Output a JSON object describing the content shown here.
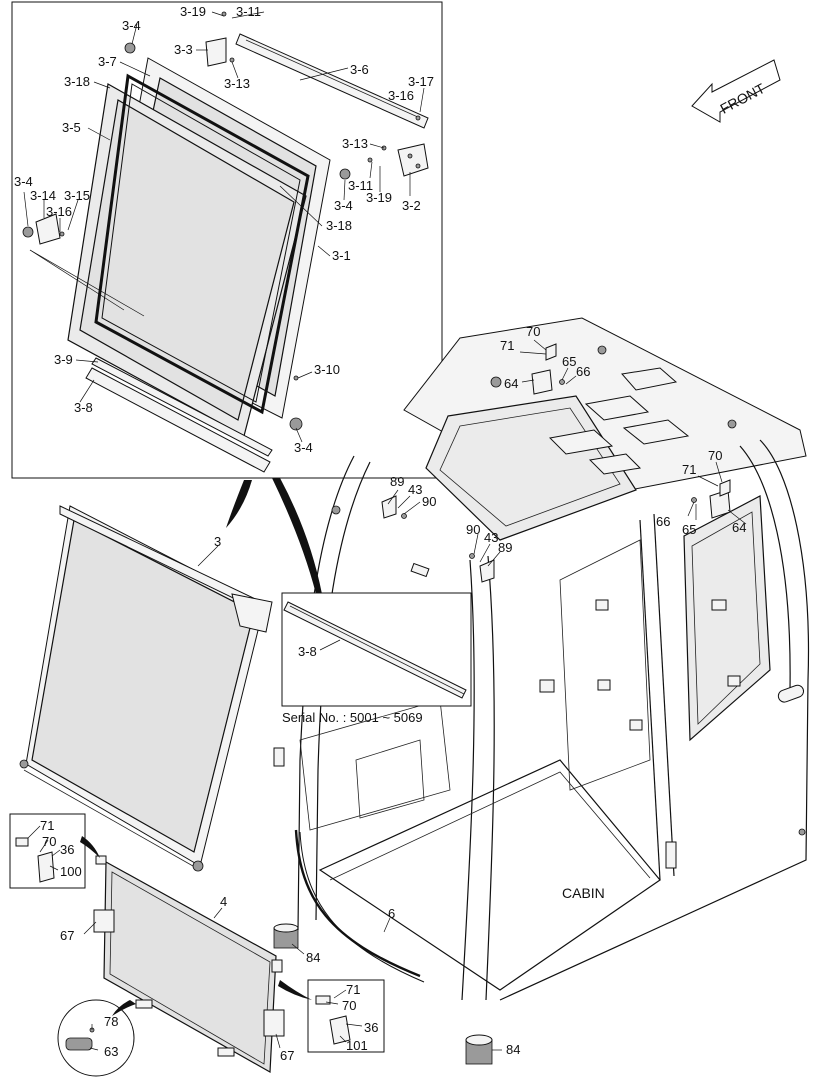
{
  "front_label": "FRONT",
  "serial_note": "Serial No. : 5001 ~ 5069",
  "cabin_label": "CABIN",
  "callouts": {
    "c3_19a": "3-19",
    "c3_11a": "3-11",
    "c3_4a": "3-4",
    "c3_3": "3-3",
    "c3_13a": "3-13",
    "c3_7": "3-7",
    "c3_6": "3-6",
    "c3_17": "3-17",
    "c3_16a": "3-16",
    "c3_18a": "3-18",
    "c3_5": "3-5",
    "c3_13b": "3-13",
    "c3_11b": "3-11",
    "c3_19b": "3-19",
    "c3_2": "3-2",
    "c3_4b": "3-4",
    "c3_4c": "3-4",
    "c3_14": "3-14",
    "c3_15": "3-15",
    "c3_16b": "3-16",
    "c3_18b": "3-18",
    "c3_1": "3-1",
    "c3_9": "3-9",
    "c3_10": "3-10",
    "c3_8a": "3-8",
    "c3_4d": "3-4",
    "c3": "3",
    "c3_8b": "3-8",
    "c70a": "70",
    "c71a": "71",
    "c65a": "65",
    "c66a": "66",
    "c64a": "64",
    "c70b": "70",
    "c71b": "71",
    "c66b": "66",
    "c65b": "65",
    "c64b": "64",
    "c89a": "89",
    "c43a": "43",
    "c90a": "90",
    "c90b": "90",
    "c43b": "43",
    "c89b": "89",
    "c71c": "71",
    "c70c": "70",
    "c36a": "36",
    "c100": "100",
    "c4": "4",
    "c67a": "67",
    "c6": "6",
    "c84a": "84",
    "c71d": "71",
    "c70d": "70",
    "c36b": "36",
    "c101": "101",
    "c78": "78",
    "c63": "63",
    "c67b": "67",
    "c84b": "84"
  }
}
